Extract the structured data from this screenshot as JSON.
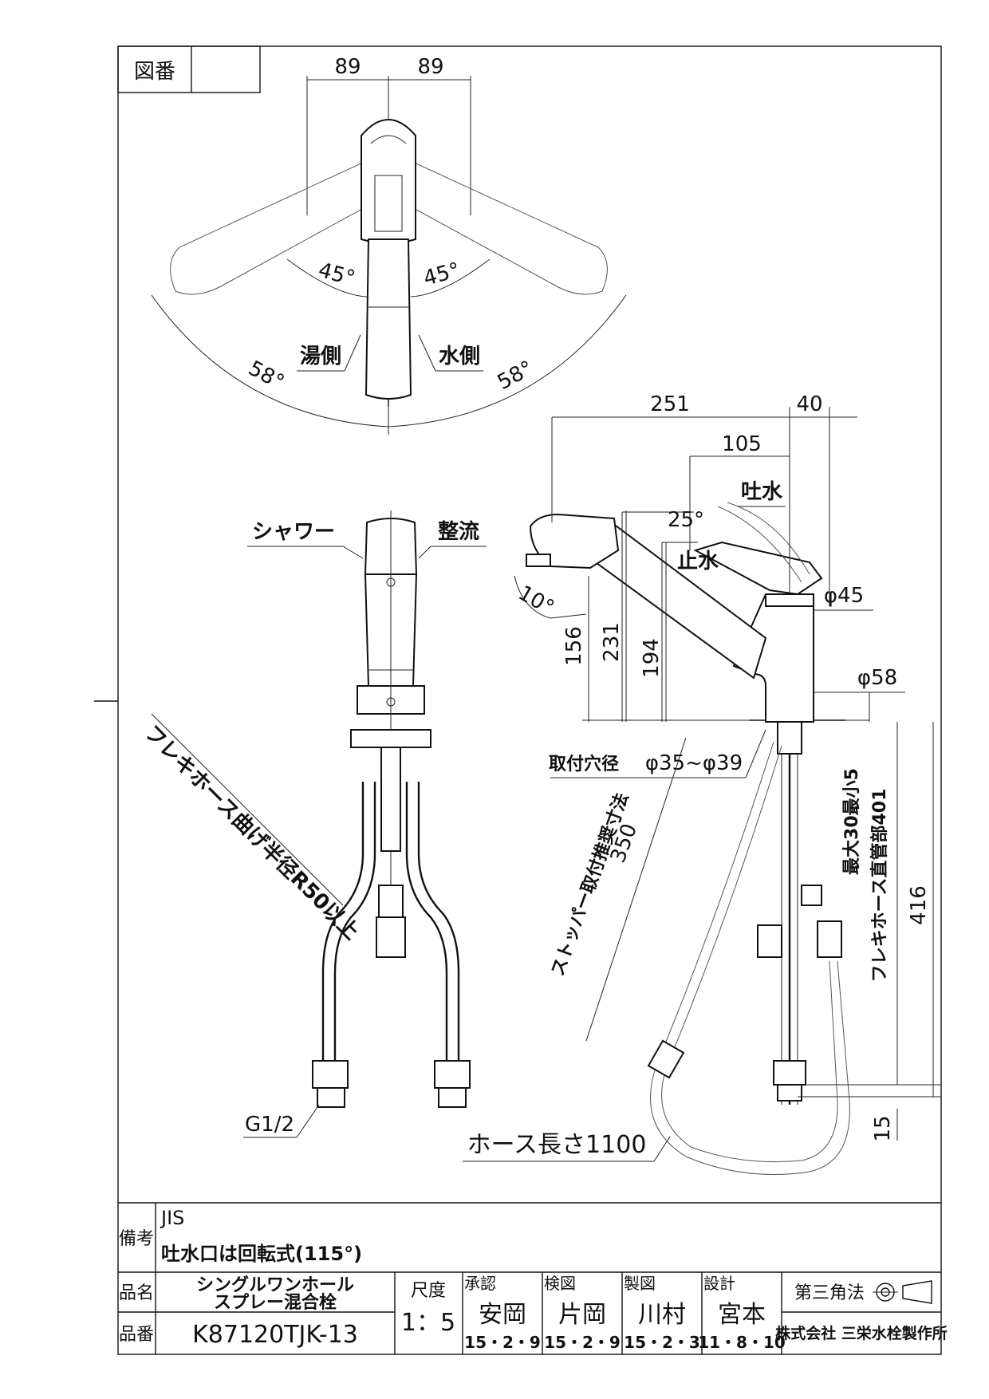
{
  "drawing_no": {
    "label": "図番",
    "value": ""
  },
  "top_view": {
    "dim_left": "89",
    "dim_right": "89",
    "angle_left_inner": "45°",
    "angle_right_inner": "45°",
    "angle_left_outer": "58°",
    "angle_right_outer": "58°",
    "hot_side": "湯側",
    "cold_side": "水側"
  },
  "front_view": {
    "shower": "シャワー",
    "laminar": "整流",
    "flex_hose_note": "フレキホース曲げ半径R50以上",
    "connection": "G1/2",
    "hose_length": "ホース長さ1100"
  },
  "side_view": {
    "dim_251": "251",
    "dim_40": "40",
    "dim_105": "105",
    "spout_open": "吐水",
    "angle_25": "25°",
    "spout_stop": "止水",
    "angle_10": "10°",
    "dia_45": "φ45",
    "dia_58": "φ58",
    "dim_156": "156",
    "dim_231": "231",
    "dim_194": "194",
    "mount_hole": "取付穴径",
    "mount_hole_dia": "φ35~φ39",
    "stopper_note": "ストッパー取付推奨寸法",
    "dim_350": "350",
    "max_thickness": "最大30最小5",
    "flex_hose_straight": "フレキホース直管部401",
    "dim_416": "416",
    "dim_15": "15"
  },
  "remarks": {
    "label": "備考",
    "line1": "JIS",
    "line2": "吐水口は回転式(115°)"
  },
  "title_block": {
    "product_name_label": "品名",
    "product_name_1": "シングルワンホール",
    "product_name_2": "スプレー混合栓",
    "product_no_label": "品番",
    "product_no": "K87120TJK-13",
    "scale_label": "尺度",
    "scale": "1：5",
    "approve_label": "承認",
    "approve_name": "安岡",
    "approve_date": "15・2・9",
    "check_label": "検図",
    "check_name": "片岡",
    "check_date": "15・2・9",
    "draw_label": "製図",
    "draw_name": "川村",
    "draw_date": "15・2・3",
    "design_label": "設計",
    "design_name": "宮本",
    "design_date": "11・8・10",
    "projection": "第三角法",
    "company": "株式会社 三栄水栓製作所"
  }
}
